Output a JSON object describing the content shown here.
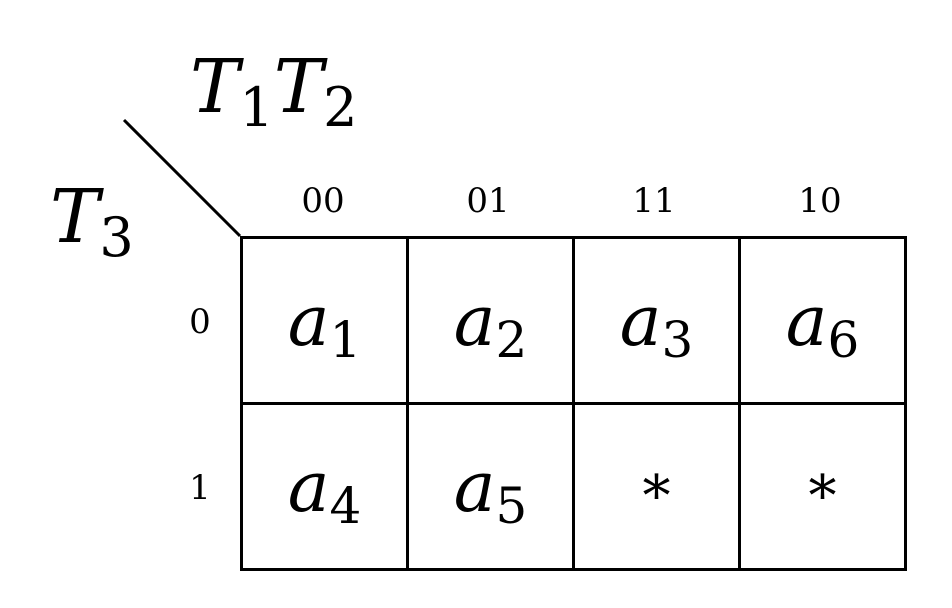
{
  "corner_labels": {
    "column_var": {
      "base": "T",
      "subs": [
        "1",
        "2"
      ]
    },
    "row_var": {
      "base": "T",
      "sub": "3"
    }
  },
  "column_headers": [
    "00",
    "01",
    "11",
    "10"
  ],
  "row_headers": [
    "0",
    "1"
  ],
  "cells": [
    [
      {
        "base": "a",
        "sub": "1"
      },
      {
        "base": "a",
        "sub": "2"
      },
      {
        "base": "a",
        "sub": "3"
      },
      {
        "base": "a",
        "sub": "6"
      }
    ],
    [
      {
        "base": "a",
        "sub": "4"
      },
      {
        "base": "a",
        "sub": "5"
      },
      {
        "base": "*",
        "sub": ""
      },
      {
        "base": "*",
        "sub": ""
      }
    ]
  ]
}
